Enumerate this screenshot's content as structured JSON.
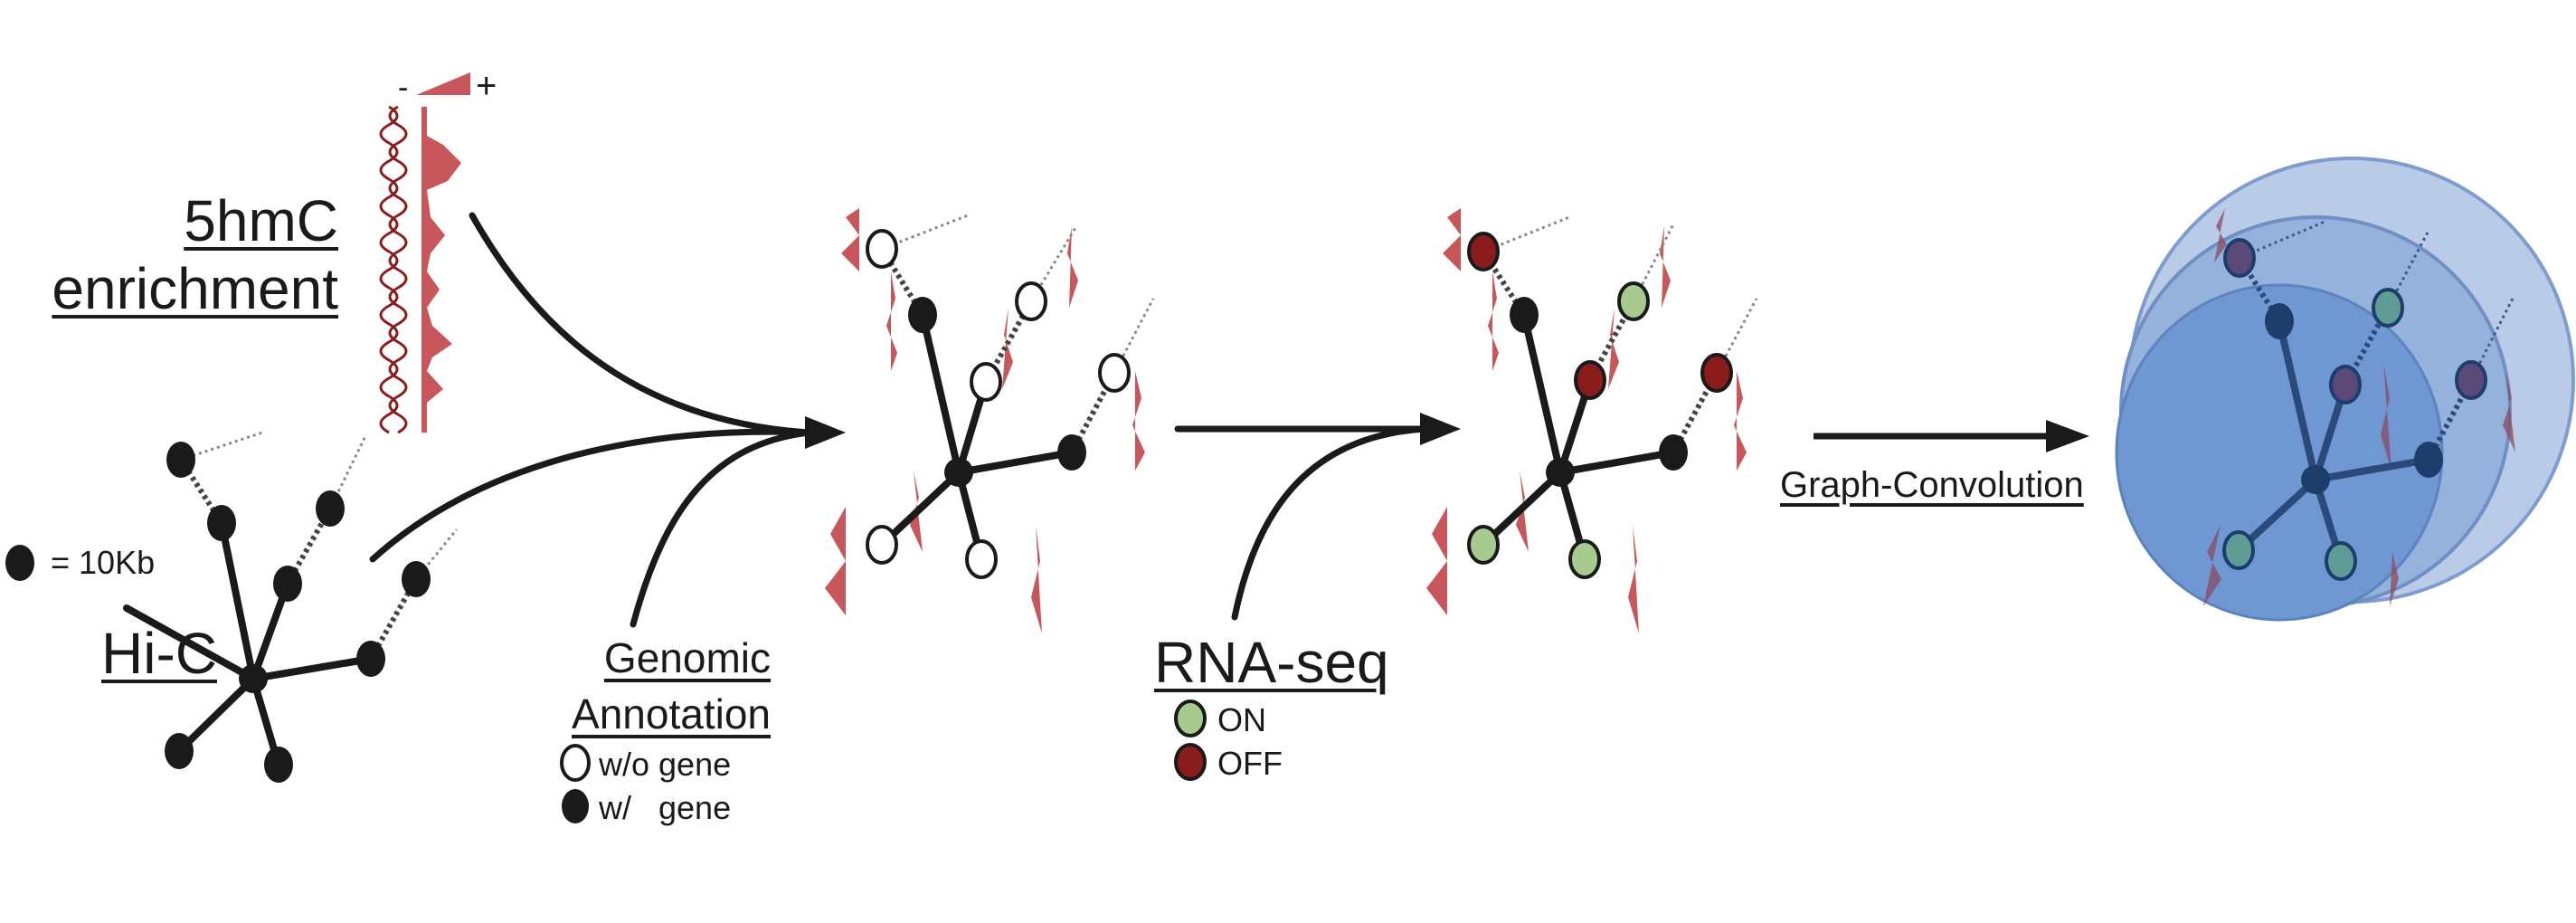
{
  "scale_labels": {
    "minus": "-",
    "plus": "+"
  },
  "labels": {
    "hmc_line1": "5hmC",
    "hmc_line2": "enrichment",
    "node_size": "= 10Kb",
    "hic": "Hi-C",
    "annotation_line1": "Genomic",
    "annotation_line2": "Annotation",
    "without_gene": "w/o gene",
    "with_gene": "w/   gene",
    "rnaseq": "RNA-seq",
    "on": "ON",
    "off": "OFF",
    "graph_conv": "Graph-Convolution"
  },
  "colors": {
    "ink": "#1a1a1a",
    "enrichment": "#c7575a",
    "gene_on": "#a7cb8f",
    "gene_off": "#8b1c1c",
    "node_black": "#1a1a1a",
    "node_empty": "#ffffff",
    "sphere_outer": "#b9cbe6",
    "sphere_mid": "#95b2dc",
    "sphere_inner": "#6f98d2"
  }
}
